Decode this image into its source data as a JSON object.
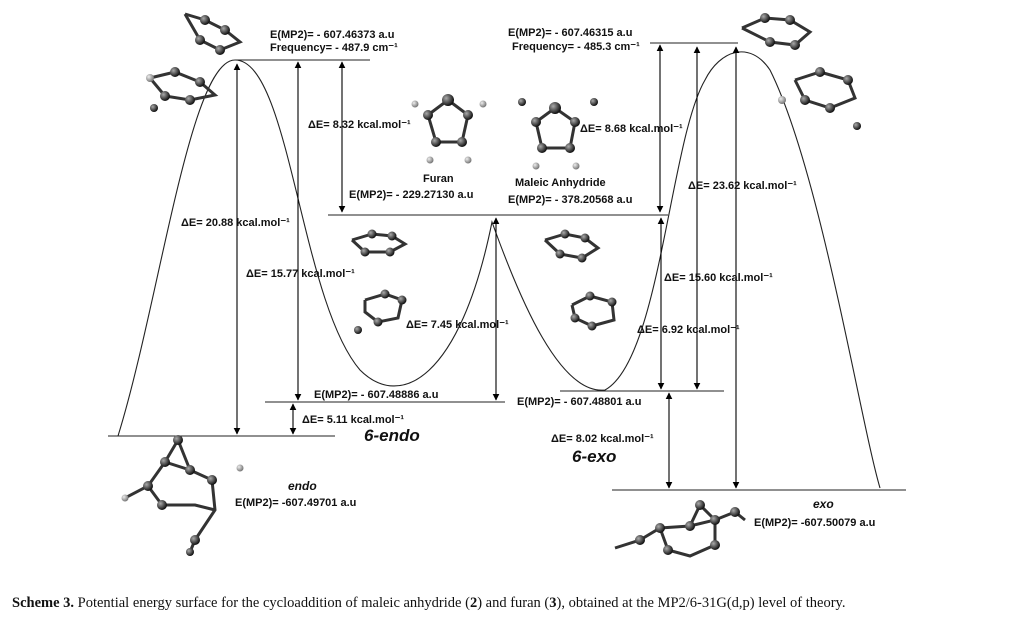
{
  "ts_endo": {
    "energy": "E(MP2)= - 607.46373 a.u",
    "frequency": "Frequency= - 487.9 cm⁻¹"
  },
  "ts_exo": {
    "energy": "E(MP2)= - 607.46315 a.u",
    "frequency": "Frequency= - 485.3 cm⁻¹"
  },
  "reactants": {
    "furan_name": "Furan",
    "anhydride_name": "Maleic Anhydride",
    "furan_energy": "E(MP2)= - 229.27130 a.u",
    "anhydride_energy": "E(MP2)= - 378.20568 a.u"
  },
  "complex_endo": {
    "energy": "E(MP2)= - 607.48886 a.u",
    "label": "6-endo"
  },
  "complex_exo": {
    "energy": "E(MP2)= - 607.48801 a.u",
    "label": "6-exo"
  },
  "product_endo": {
    "name": "endo",
    "energy": "E(MP2)= -607.49701 a.u"
  },
  "product_exo": {
    "name": "exo",
    "energy": "E(MP2)= -607.50079 a.u"
  },
  "deltas": {
    "d1": "ΔE= 8.32 kcal.mol⁻¹",
    "d2": "ΔE= 8.68 kcal.mol⁻¹",
    "d3": "ΔE= 23.62 kcal.mol⁻¹",
    "d4": "ΔE= 20.88 kcal.mol⁻¹",
    "d5": "ΔE= 15.77 kcal.mol⁻¹",
    "d6": "ΔE= 15.60 kcal.mol⁻¹",
    "d7": "ΔE= 7.45 kcal.mol⁻¹",
    "d8": "ΔE= 6.92 kcal.mol⁻¹",
    "d9": "ΔE= 5.11 kcal.mol⁻¹",
    "d10": "ΔE= 8.02 kcal.mol⁻¹"
  },
  "caption": {
    "prefix": "Scheme 3.",
    "t1": " Potential energy surface for the cycloaddition of maleic anhydride (",
    "n2": "2",
    "t2": ") and furan (",
    "n3": "3",
    "t3": "), obtained at the MP2/6-31G(d,p) level of theory."
  }
}
